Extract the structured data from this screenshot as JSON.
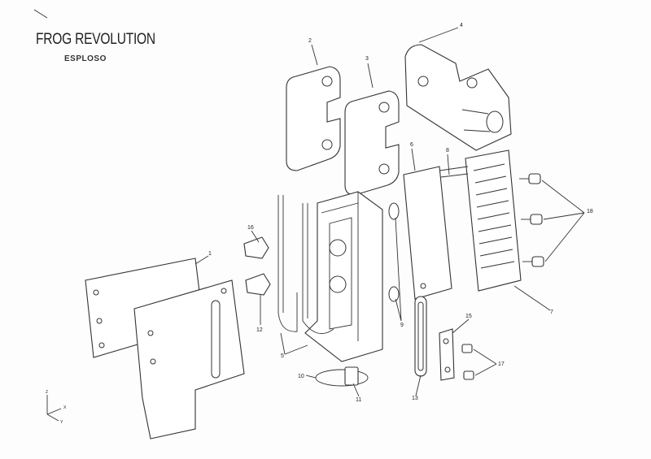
{
  "header": {
    "title": "FROG REVOLUTION",
    "subtitle": "ESPLOSO"
  },
  "axes": {
    "z": "Z",
    "x": "X",
    "y": "Y"
  },
  "callouts": [
    "1",
    "2",
    "3",
    "4",
    "5",
    "6",
    "7",
    "8",
    "9",
    "10",
    "11",
    "12",
    "13",
    "15",
    "16",
    "17",
    "18"
  ]
}
